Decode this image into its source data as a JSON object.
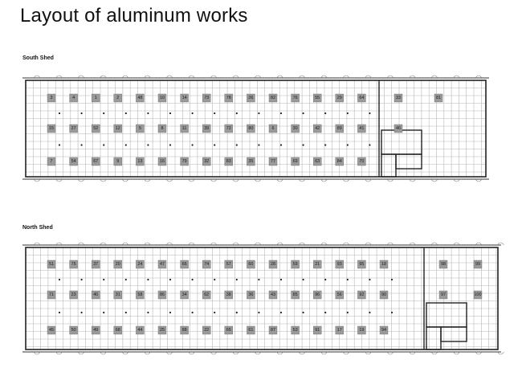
{
  "title": "Layout of aluminum works",
  "south_shed": {
    "label": "South Shed",
    "rows": [
      [
        "3",
        "4",
        "1",
        "2",
        "48",
        "10",
        "14",
        "73",
        "78",
        "26",
        "82",
        "76",
        "55",
        "29",
        "64",
        "33",
        "81"
      ],
      [
        "15",
        "27",
        "52",
        "12",
        "5",
        "8",
        "11",
        "39",
        "72",
        "80",
        "6",
        "30",
        "42",
        "89",
        "41",
        "46"
      ],
      [
        "7",
        "54",
        "67",
        "9",
        "13",
        "16",
        "79",
        "32",
        "83",
        "35",
        "77",
        "69",
        "63",
        "84",
        "70"
      ]
    ]
  },
  "north_shed": {
    "label": "North Shed",
    "rows": [
      [
        "51",
        "75",
        "37",
        "20",
        "24",
        "47",
        "66",
        "74",
        "57",
        "60",
        "28",
        "59",
        "21",
        "93",
        "95",
        "18",
        "98",
        "99"
      ],
      [
        "71",
        "23",
        "40",
        "31",
        "58",
        "86",
        "34",
        "62",
        "38",
        "36",
        "43",
        "85",
        "96",
        "56",
        "92",
        "90",
        "97",
        "100"
      ],
      [
        "45",
        "50",
        "49",
        "68",
        "44",
        "25",
        "88",
        "22",
        "65",
        "61",
        "87",
        "53",
        "91",
        "17",
        "19",
        "94"
      ]
    ]
  }
}
